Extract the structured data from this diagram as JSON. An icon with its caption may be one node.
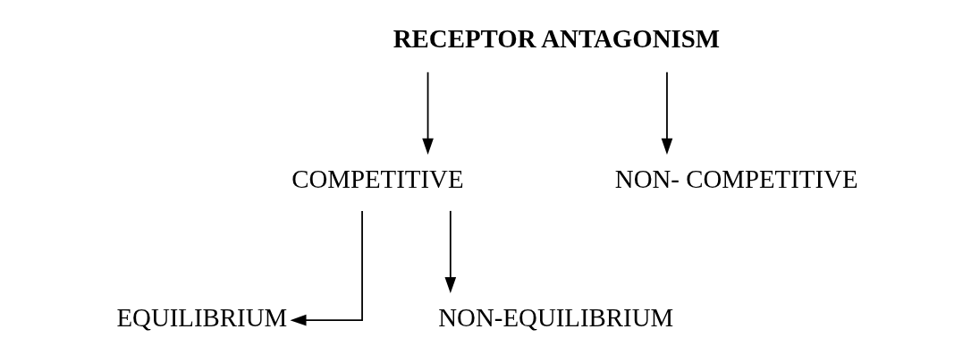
{
  "diagram": {
    "nodes": [
      {
        "text": [
          "RECEPTOR ANTAGONISM"
        ]
      },
      {
        "text": [
          "COMPETITIVE"
        ]
      },
      {
        "text": [
          "NON- COMPETITIVE"
        ]
      },
      {
        "text": [
          "EQUILIBRIUM"
        ]
      },
      {
        "text": [
          "NON-EQUILIBRIUM"
        ]
      }
    ],
    "edges": [
      {
        "from": 0,
        "to": 1,
        "arrow": "to"
      },
      {
        "from": 0,
        "to": 2,
        "arrow": "to"
      },
      {
        "from": 1,
        "to": 3,
        "arrow": "to"
      },
      {
        "from": 1,
        "to": 4,
        "arrow": "to"
      }
    ]
  }
}
